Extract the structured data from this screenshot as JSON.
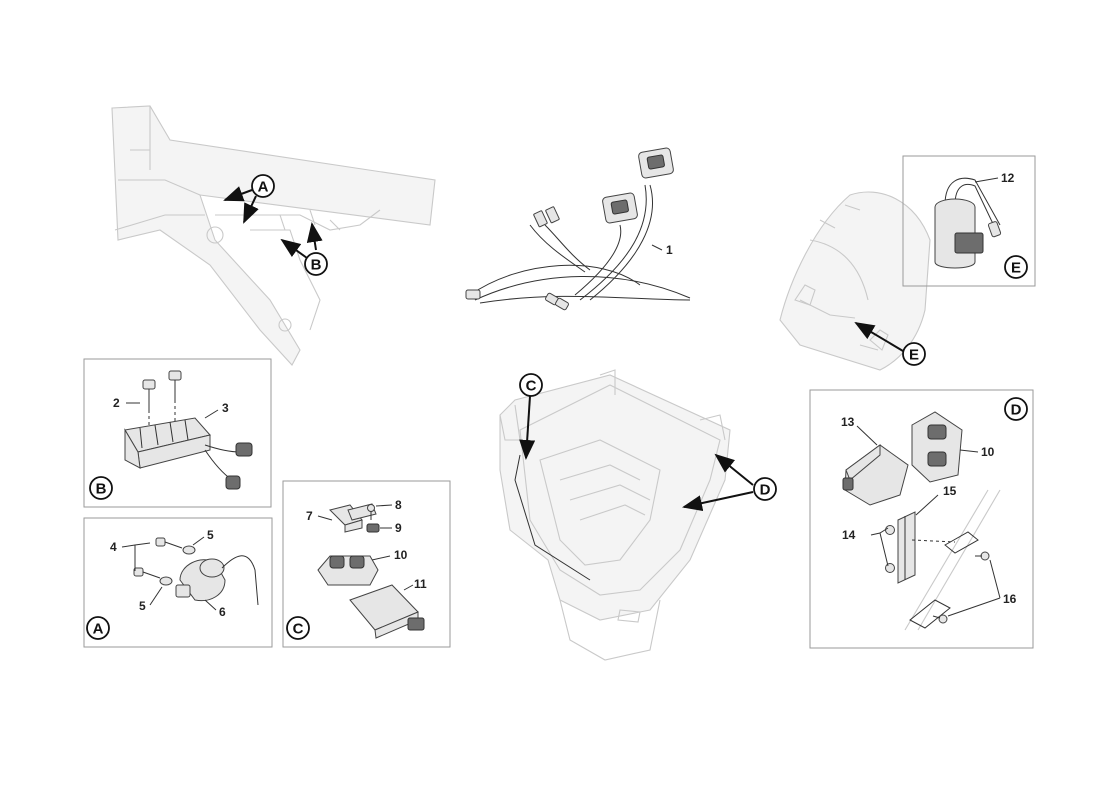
{
  "callouts": {
    "p1": "1",
    "p2": "2",
    "p3": "3",
    "p4": "4",
    "p5a": "5",
    "p5b": "5",
    "p6": "6",
    "p7": "7",
    "p8": "8",
    "p9": "9",
    "p10c": "10",
    "p10d": "10",
    "p11": "11",
    "p12": "12",
    "p13": "13",
    "p14": "14",
    "p15": "15",
    "p16": "16"
  },
  "labels": {
    "frame_a": "A",
    "frame_b": "B",
    "box_b": "B",
    "box_a": "A",
    "box_c": "C",
    "box_d": "D",
    "box_e": "E",
    "cover_c": "C",
    "cover_d": "D",
    "fender_e": "E"
  },
  "colors": {
    "line": "#333333",
    "ghost": "#c9c9c9",
    "box": "#9a9a9a"
  }
}
